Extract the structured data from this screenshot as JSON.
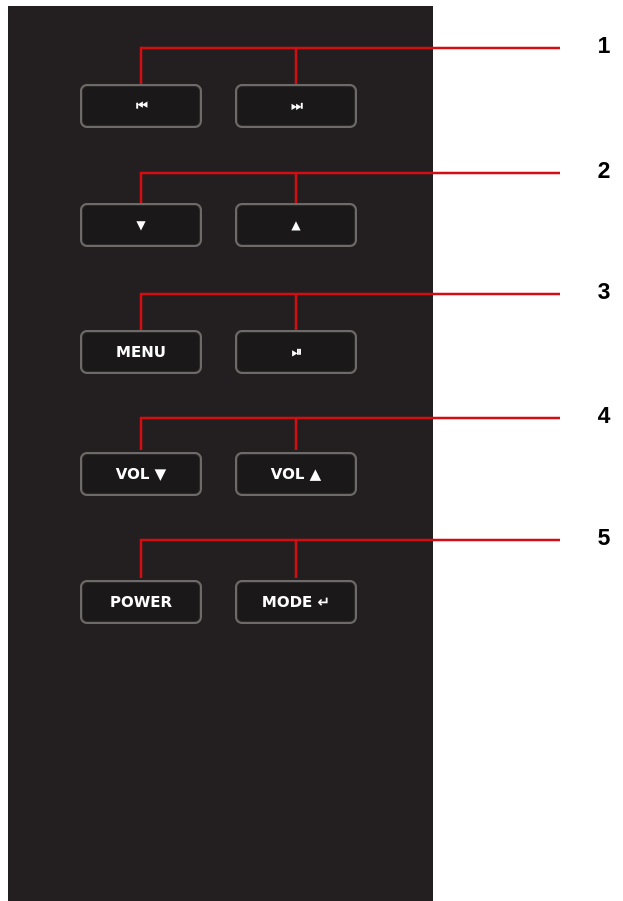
{
  "callouts": [
    "1",
    "2",
    "3",
    "4",
    "5"
  ],
  "buttons": {
    "prev": "⏮",
    "next": "⏭",
    "down": "▼",
    "up": "▲",
    "menu": "MENU",
    "play_pause": "⏯",
    "vol_down": "VOL ▼",
    "vol_up": "VOL ▲",
    "power": "POWER",
    "mode": "MODE ↵"
  },
  "colors": {
    "remote_body": "#231f20",
    "callout_line": "#d40d12",
    "button_border": "#6e6a67"
  }
}
